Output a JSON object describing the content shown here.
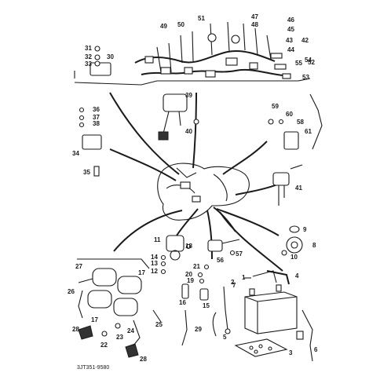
{
  "part_labels": [
    "1",
    "2",
    "3",
    "4",
    "5",
    "6",
    "7",
    "8",
    "9",
    "10",
    "11",
    "12",
    "13",
    "14",
    "15",
    "16",
    "17",
    "17",
    "18",
    "19",
    "20",
    "21",
    "22",
    "23",
    "24",
    "25",
    "26",
    "27",
    "28",
    "28",
    "29",
    "30",
    "31",
    "32",
    "33",
    "34",
    "35",
    "36",
    "37",
    "38",
    "39",
    "40",
    "41",
    "42",
    "43",
    "44",
    "45",
    "46",
    "47",
    "48",
    "49",
    "50",
    "51",
    "52",
    "53",
    "54",
    "55",
    "56",
    "57",
    "58",
    "59",
    "60",
    "61"
  ],
  "diagram_code": "3JT351-9580"
}
